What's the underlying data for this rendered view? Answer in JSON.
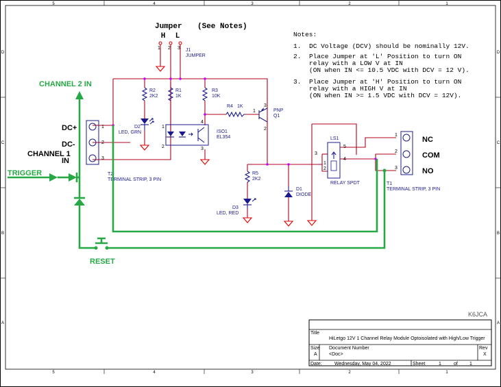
{
  "frame": {
    "cols": [
      "5",
      "4",
      "3",
      "2",
      "1"
    ],
    "rows": [
      "D",
      "C",
      "B",
      "A"
    ]
  },
  "jumper": {
    "heading": "Jumper",
    "heading_note": "(See Notes)",
    "pin_h": "H",
    "pin_l": "L",
    "ref": "J1",
    "name": "JUMPER",
    "pin1": "1",
    "pin2": "2",
    "pin3": "3"
  },
  "notes": {
    "title": "Notes:",
    "items": [
      {
        "num": "1.",
        "lines": [
          "DC Voltage (DCV) should be nominally 12V."
        ]
      },
      {
        "num": "2.",
        "lines": [
          "Place Jumper at 'L' Position to turn ON",
          "relay with a LOW V at IN",
          "(ON when IN <= 10.5 VDC with DCV = 12 V)."
        ]
      },
      {
        "num": "3.",
        "lines": [
          "Place Jumper at 'H' Position to turn ON",
          "relay with a HIGH V at IN",
          "(ON when IN >= 1.5 VDC with DCV = 12V)."
        ]
      }
    ]
  },
  "labels": {
    "channel2": "CHANNEL 2 IN",
    "channel1a": "CHANNEL 1",
    "dc_plus": "DC+",
    "dc_minus": "DC-",
    "in": "IN",
    "trigger": "TRIGGER",
    "reset": "RESET",
    "nc": "NC",
    "com": "COM",
    "no": "NO",
    "author": "K6JCA"
  },
  "components": {
    "r2": {
      "ref": "R2",
      "val": "2K2"
    },
    "r1": {
      "ref": "R1",
      "val": "1K"
    },
    "r3": {
      "ref": "R3",
      "val": "10K"
    },
    "r4": {
      "ref": "R4",
      "val": "1K"
    },
    "r5": {
      "ref": "R5",
      "val": "2K2"
    },
    "d2": {
      "ref": "D2",
      "val": "LED, GRN"
    },
    "d3": {
      "ref": "D3",
      "val": "LED, RED"
    },
    "d1": {
      "ref": "D1",
      "val": "DIODE"
    },
    "q1": {
      "ref": "PNP",
      "val": "Q1"
    },
    "iso1": {
      "ref": "ISO1",
      "val": "EL354"
    },
    "ls1": {
      "ref": "LS1",
      "val": "RELAY SPDT"
    },
    "t2": {
      "ref": "T2",
      "val": "TERMINAL STRIP, 3 PIN"
    },
    "t1": {
      "ref": "T1",
      "val": "TERMINAL STRIP, 3 PIN"
    }
  },
  "pins": {
    "t2": [
      "1",
      "2",
      "3"
    ],
    "t1": [
      "1",
      "2",
      "3"
    ],
    "iso": [
      "1",
      "2",
      "4",
      "3"
    ],
    "q1": [
      "3",
      "2",
      "1"
    ],
    "relay": [
      "3",
      "5",
      "4",
      "1",
      "2"
    ]
  },
  "titleblock": {
    "title_label": "Title",
    "title": "HiLetgo 12V 1 Channel Relay Module Optoisolated with High/Low Trigger",
    "size_label": "Size",
    "size": "A",
    "doc_label": "Document Number",
    "doc": "<Doc>",
    "rev_label": "Rev",
    "rev": "X",
    "date_label": "Date:",
    "date": "Wednesday, May 04, 2022",
    "sheet_label": "Sheet",
    "sheet": "1",
    "of_label": "of",
    "of": "1"
  }
}
